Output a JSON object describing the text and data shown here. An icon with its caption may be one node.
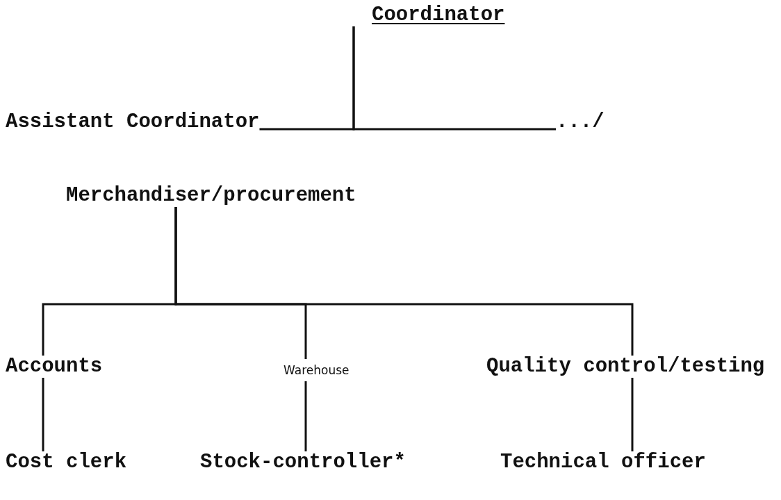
{
  "diagram": {
    "nodes": [
      {
        "text": [
          "Coordinator"
        ]
      },
      {
        "text": [
          "Assistant Coordinator"
        ]
      },
      {
        "text": [
          ".../"
        ]
      },
      {
        "text": [
          "Merchandiser/procurement"
        ]
      },
      {
        "text": [
          "Accounts"
        ]
      },
      {
        "text": [
          "Warehouse"
        ]
      },
      {
        "text": [
          "Quality control/testing"
        ]
      },
      {
        "text": [
          "Cost clerk"
        ]
      },
      {
        "text": [
          "Stock-controller*"
        ]
      },
      {
        "text": [
          "Technical officer"
        ]
      }
    ],
    "edges": [
      {
        "from": 0,
        "to": 1,
        "arrow": "none"
      },
      {
        "from": 0,
        "to": 2,
        "arrow": "none"
      },
      {
        "from": 3,
        "to": 4,
        "arrow": "none"
      },
      {
        "from": 3,
        "to": 5,
        "arrow": "none"
      },
      {
        "from": 3,
        "to": 6,
        "arrow": "none"
      },
      {
        "from": 4,
        "to": 7,
        "arrow": "none"
      },
      {
        "from": 5,
        "to": 8,
        "arrow": "none"
      },
      {
        "from": 6,
        "to": 9,
        "arrow": "none"
      }
    ]
  }
}
